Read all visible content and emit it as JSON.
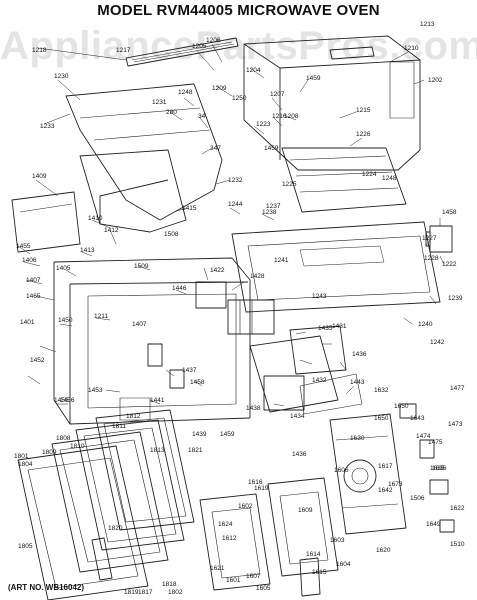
{
  "title": "MODEL RVM44005  MICROWAVE OVEN",
  "watermark": "AppliancePartsPros.com",
  "art_no": "(ART NO. WB16042)",
  "colors": {
    "ink": "#222222",
    "paper": "#ffffff"
  },
  "labels": [
    "1218",
    "1217",
    "1205",
    "1206",
    "1204",
    "1210",
    "1213",
    "1202",
    "1230",
    "1233",
    "1231",
    "1248",
    "1209",
    "1250",
    "1207",
    "1459",
    "1208",
    "1215",
    "280",
    "34",
    "347",
    "1223",
    "1216",
    "1226",
    "1459",
    "1224",
    "1225",
    "1248",
    "1232",
    "1409",
    "1415",
    "1244",
    "1238",
    "1237",
    "1458",
    "1227",
    "1228",
    "1222",
    "1410",
    "1412",
    "1508",
    "1455",
    "1413",
    "1241",
    "1406",
    "1405",
    "1407",
    "1465",
    "1509",
    "1446",
    "1422",
    "1428",
    "1243",
    "1239",
    "1240",
    "1401",
    "1450",
    "1211",
    "1407",
    "1435",
    "1431",
    "1242",
    "1436",
    "1452",
    "1453",
    "1455",
    "1441",
    "1458",
    "1437",
    "1432",
    "1443",
    "1456",
    "1812",
    "1811",
    "1438",
    "1439",
    "1459",
    "1434",
    "1436",
    "1643",
    "1477",
    "1632",
    "1650",
    "1473",
    "1808",
    "1810",
    "1813",
    "1821",
    "1630",
    "1650",
    "1474",
    "1475",
    "1635",
    "1804",
    "1801",
    "1809",
    "1606",
    "1617",
    "1673",
    "1636",
    "1642",
    "1506",
    "1619",
    "1616",
    "1602",
    "1614",
    "1615",
    "1820",
    "1805",
    "1609",
    "1622",
    "1649",
    "1603",
    "1612",
    "1621",
    "1624",
    "1510",
    "1604",
    "1818",
    "1817",
    "1819",
    "1802",
    "1607",
    "1601",
    "1605",
    "1620"
  ]
}
